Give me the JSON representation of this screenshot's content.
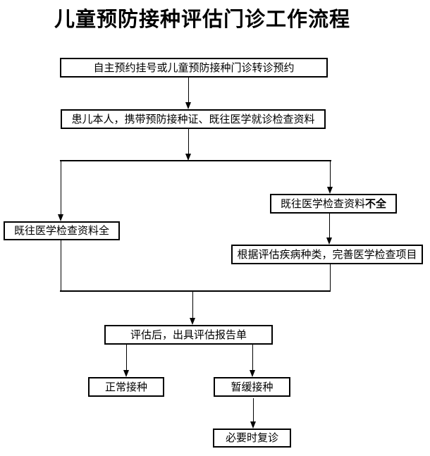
{
  "page": {
    "title": "儿童预防接种评估门诊工作流程",
    "background_color": "#ffffff",
    "line_color": "#000000",
    "text_color": "#000000"
  },
  "flowchart": {
    "nodes": {
      "appointment": {
        "label": "自主预约挂号或儿童预防接种门诊转诊预约"
      },
      "bring_documents": {
        "label": "患儿本人，携带预防接种证、既往医学就诊检查资料"
      },
      "records_complete": {
        "label": "既往医学检查资料全"
      },
      "records_incomplete": {
        "label_prefix": "既往医学检查资料",
        "label_bold": "不全"
      },
      "improve_exams": {
        "label": "根据评估疾病种类，完善医学检查项目"
      },
      "report": {
        "label": "评估后，出具评估报告单"
      },
      "normal_vaccination": {
        "label": "正常接种"
      },
      "postpone_vaccination": {
        "label": "暂缓接种"
      },
      "followup": {
        "label": "必要时复诊"
      }
    },
    "edges": [
      {
        "from": "appointment",
        "to": "bring_documents"
      },
      {
        "from": "bring_documents",
        "to": "branch-split"
      },
      {
        "from": "branch-split",
        "to": "records_complete"
      },
      {
        "from": "branch-split",
        "to": "records_incomplete"
      },
      {
        "from": "records_incomplete",
        "to": "improve_exams"
      },
      {
        "from": "records_complete",
        "to": "merge-join"
      },
      {
        "from": "improve_exams",
        "to": "merge-join"
      },
      {
        "from": "merge-join",
        "to": "report"
      },
      {
        "from": "report",
        "to": "normal_vaccination"
      },
      {
        "from": "report",
        "to": "postpone_vaccination"
      },
      {
        "from": "postpone_vaccination",
        "to": "followup"
      }
    ]
  }
}
